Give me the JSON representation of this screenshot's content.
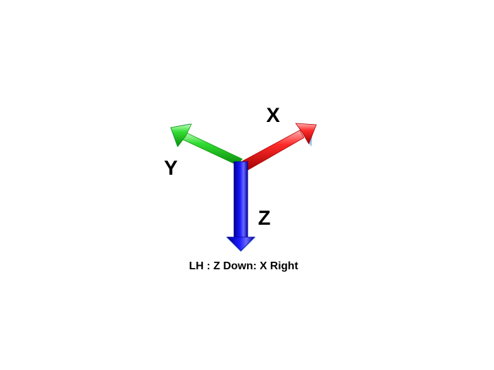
{
  "caption": "LH : Z Down: X Right",
  "axes": [
    {
      "id": "x",
      "label": "X",
      "color": "#ff2a2a",
      "dark": "#b00000",
      "light": "#ff9a9a"
    },
    {
      "id": "y",
      "label": "Y",
      "color": "#33dd33",
      "dark": "#119911",
      "light": "#a8f5a8"
    },
    {
      "id": "z",
      "label": "Z",
      "color": "#1a1aff",
      "dark": "#0000a0",
      "light": "#8c8cff"
    }
  ]
}
